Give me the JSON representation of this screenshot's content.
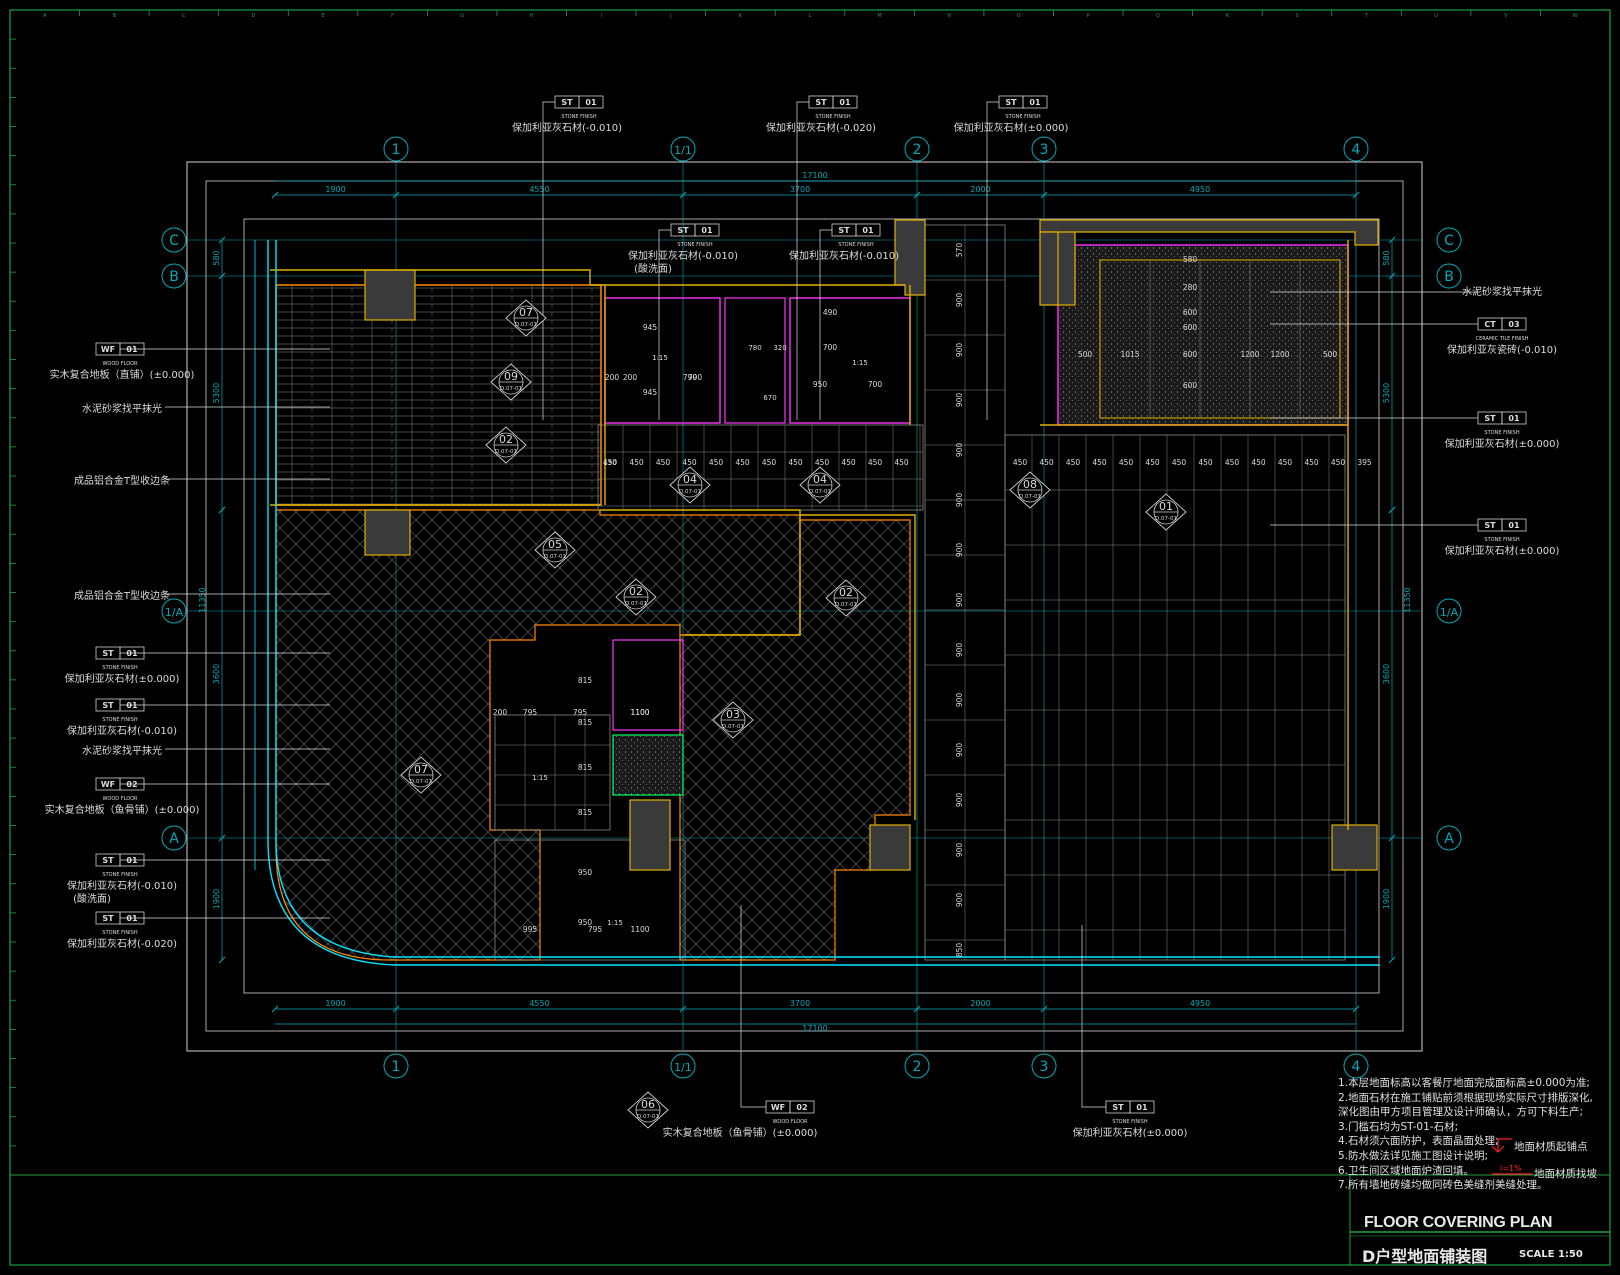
{
  "colors": {
    "background": "#000000",
    "frame": "#1f9f3f",
    "dimension": "#00a9b8",
    "wall": "#e0b000",
    "outline": "#d0d0d0",
    "magenta": "#ff33ff",
    "orange": "#ff8a00",
    "fill_dark": "#3a3a3a",
    "grid_light": "#8a8a8a",
    "label_text": "#dcdcdc",
    "red": "#ff2020"
  },
  "plan": {
    "overall_dim": "17100",
    "top_dims": [
      "1900",
      "4550",
      "3700",
      "2000",
      "4950"
    ],
    "bottom_dims": [
      "1900",
      "4550",
      "3700",
      "2000",
      "4950"
    ],
    "left_dims": [
      "580",
      "5300",
      "11350",
      "3600",
      "1900"
    ],
    "right_dims": [
      "580",
      "5300",
      "11350",
      "3600",
      "1900"
    ],
    "col_axes": [
      "1",
      "1/1",
      "2",
      "3",
      "4"
    ],
    "row_axes": [
      "C",
      "B",
      "1/A",
      "A"
    ]
  },
  "left_callouts": [
    {
      "code": "WF",
      "num": "01",
      "en": "WOOD FLOOR",
      "cn": "实木复合地板（直铺）(±0.000)"
    },
    {
      "code": "",
      "num": "",
      "en": "",
      "cn": "水泥砂浆找平抹光"
    },
    {
      "code": "",
      "num": "",
      "en": "",
      "cn": "成品铝合金T型收边条"
    },
    {
      "code": "",
      "num": "",
      "en": "",
      "cn": "成品铝合金T型收边条"
    },
    {
      "code": "ST",
      "num": "01",
      "en": "STONE FINISH",
      "cn": "保加利亚灰石材(±0.000)"
    },
    {
      "code": "ST",
      "num": "01",
      "en": "STONE FINISH",
      "cn": "保加利亚灰石材(-0.010)"
    },
    {
      "code": "",
      "num": "",
      "en": "",
      "cn": "水泥砂浆找平抹光"
    },
    {
      "code": "WF",
      "num": "02",
      "en": "WOOD FLOOR",
      "cn": "实木复合地板（鱼骨铺）(±0.000)"
    },
    {
      "code": "ST",
      "num": "01",
      "en": "STONE FINISH",
      "cn": "保加利亚灰石材(-0.010)",
      "cn2": "(酸洗面)"
    },
    {
      "code": "ST",
      "num": "01",
      "en": "STONE FINISH",
      "cn": "保加利亚灰石材(-0.020)"
    }
  ],
  "top_callouts": [
    {
      "code": "ST",
      "num": "01",
      "en": "STONE FINISH",
      "cn": "保加利亚灰石材(-0.010)"
    },
    {
      "code": "ST",
      "num": "01",
      "en": "STONE FINISH",
      "cn": "保加利亚灰石材(-0.020)"
    },
    {
      "code": "ST",
      "num": "01",
      "en": "STONE FINISH",
      "cn": "保加利亚灰石材(±0.000)"
    },
    {
      "code": "ST",
      "num": "01",
      "en": "STONE FINISH",
      "cn": "保加利亚灰石材(-0.010)",
      "cn2": "(酸洗面)"
    },
    {
      "code": "ST",
      "num": "01",
      "en": "STONE FINISH",
      "cn": "保加利亚灰石材(-0.010)"
    }
  ],
  "right_callouts": [
    {
      "code": "",
      "num": "",
      "en": "",
      "cn": "水泥砂浆找平抹光"
    },
    {
      "code": "CT",
      "num": "03",
      "en": "CERAMIC TILE FINISH",
      "cn": "保加利亚灰瓷砖(-0.010)"
    },
    {
      "code": "ST",
      "num": "01",
      "en": "STONE FINISH",
      "cn": "保加利亚灰石材(±0.000)"
    },
    {
      "code": "ST",
      "num": "01",
      "en": "STONE FINISH",
      "cn": "保加利亚灰石材(±0.000)"
    }
  ],
  "bottom_callouts": [
    {
      "code": "WF",
      "num": "02",
      "en": "WOOD FLOOR",
      "cn": "实木复合地板（鱼骨铺）(±0.000)"
    },
    {
      "code": "ST",
      "num": "01",
      "en": "STONE FINISH",
      "cn": "保加利亚灰石材(±0.000)"
    }
  ],
  "detail_tags": [
    {
      "num": "07",
      "ref": "D.07-01"
    },
    {
      "num": "09",
      "ref": "D.07-01"
    },
    {
      "num": "02",
      "ref": "D.07-01"
    },
    {
      "num": "04",
      "ref": "D.07-01"
    },
    {
      "num": "04",
      "ref": "D.07-01"
    },
    {
      "num": "08",
      "ref": "D.07-01"
    },
    {
      "num": "01",
      "ref": "D.07-01"
    },
    {
      "num": "05",
      "ref": "D.07-01"
    },
    {
      "num": "02",
      "ref": "D.07-01"
    },
    {
      "num": "02",
      "ref": "D.07-01"
    },
    {
      "num": "03",
      "ref": "D.07-01"
    },
    {
      "num": "07",
      "ref": "D.07-01"
    },
    {
      "num": "06",
      "ref": "D.07-01"
    }
  ],
  "tile_dims": {
    "corridor_row": [
      "450",
      "450",
      "450",
      "450",
      "450",
      "450",
      "450",
      "450",
      "450",
      "450",
      "450",
      "450",
      "450",
      "395"
    ],
    "kitchen_row": [
      "450",
      "450",
      "450",
      "450",
      "450",
      "450",
      "450",
      "450",
      "450",
      "450",
      "450",
      "450",
      "450",
      "450"
    ],
    "right_col": [
      "570",
      "900",
      "900",
      "900",
      "900",
      "900",
      "900",
      "900",
      "900",
      "900",
      "900",
      "900",
      "900",
      "900",
      "850"
    ],
    "bath_top": [
      "945",
      "945",
      "790",
      "790",
      "200",
      "200"
    ],
    "bath2": [
      "490",
      "700",
      "950",
      "700"
    ],
    "bath3": [
      "580",
      "280",
      "600",
      "600",
      "500",
      "1015",
      "600",
      "1200",
      "1200",
      "500",
      "600"
    ],
    "bath_bottom": [
      "200",
      "795",
      "795",
      "1100",
      "815",
      "815",
      "815",
      "815",
      "995",
      "795",
      "1100",
      "950",
      "950",
      "1100"
    ],
    "small": [
      "780",
      "320",
      "670",
      "1:15",
      "1:15",
      "1:15",
      "1:15",
      "130"
    ]
  },
  "notes": [
    "1.本层地面标高以客餐厅地面完成面标高±0.000为准;",
    "2.地面石材在施工铺贴前须根据现场实际尺寸排版深化,",
    "  深化图由甲方项目管理及设计师确认，方可下料生产;",
    "3.门槛石均为ST-01-石材;",
    "4.石材须六面防护，表面晶面处理;",
    "5.防水做法详见施工图设计说明;",
    "6.卫生间区域地面炉渣回填。",
    "7.所有墙地砖缝均做同砖色美缝剂美缝处理。"
  ],
  "legend": [
    {
      "label": "地面材质起铺点"
    },
    {
      "label": "地面材质找坡",
      "mark": "i=1%"
    }
  ],
  "title_block": {
    "title_en": "FLOOR COVERING PLAN",
    "title_cn": "D户型地面铺装图",
    "scale": "SCALE 1:50"
  },
  "frame_letters": [
    "A",
    "B",
    "C",
    "D",
    "E",
    "F",
    "G",
    "H",
    "I",
    "J",
    "K",
    "L",
    "M",
    "N",
    "O",
    "P",
    "Q",
    "R",
    "S",
    "T",
    "U",
    "V",
    "W"
  ]
}
